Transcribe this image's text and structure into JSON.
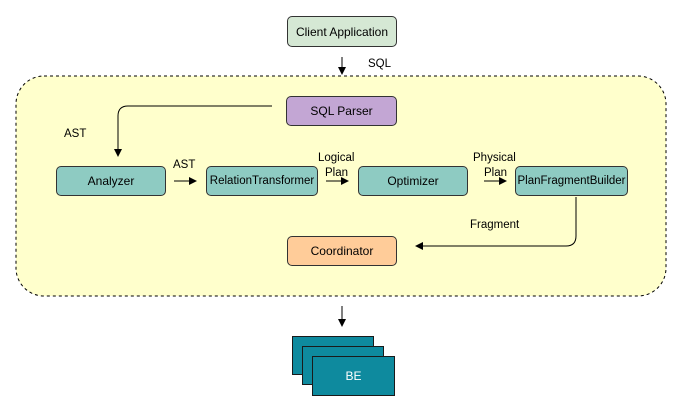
{
  "diagram": {
    "nodes": {
      "client_application": "Client Application",
      "sql_parser": "SQL Parser",
      "analyzer": "Analyzer",
      "relation_transformer": "RelationTransformer",
      "optimizer": "Optimizer",
      "plan_fragment_builder": "PlanFragmentBuilder",
      "coordinator": "Coordinator",
      "be": "BE"
    },
    "edge_labels": {
      "sql": "SQL",
      "ast_left": "AST",
      "ast_mid": "AST",
      "logical_plan_1": "Logical",
      "logical_plan_2": "Plan",
      "physical_plan_1": "Physical",
      "physical_plan_2": "Plan",
      "fragment": "Fragment"
    },
    "colors": {
      "client": "#d5e8d4",
      "parser": "#c3a6d4",
      "teal": "#8ecbc2",
      "coordinator": "#ffcc99",
      "container": "#ffffcc",
      "be": "#0e8a9e"
    }
  }
}
